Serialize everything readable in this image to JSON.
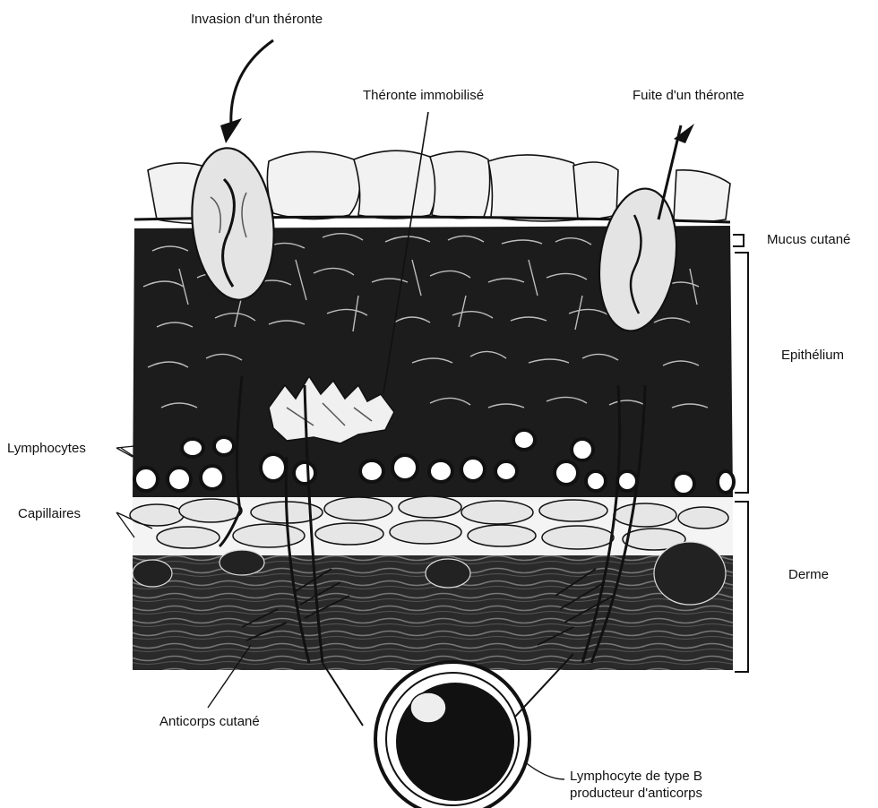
{
  "labels": {
    "invasion": "Invasion d'un théronte",
    "immobilized": "Théronte immobilisé",
    "escape": "Fuite d'un théronte",
    "mucus": "Mucus cutané",
    "epithelium": "Epithélium",
    "dermis": "Derme",
    "lymphocytes": "Lymphocytes",
    "capillaries": "Capillaires",
    "antibody": "Anticorps cutané",
    "b_cell_line1": "Lymphocyte de type B",
    "b_cell_line2": "producteur d'anticorps"
  }
}
